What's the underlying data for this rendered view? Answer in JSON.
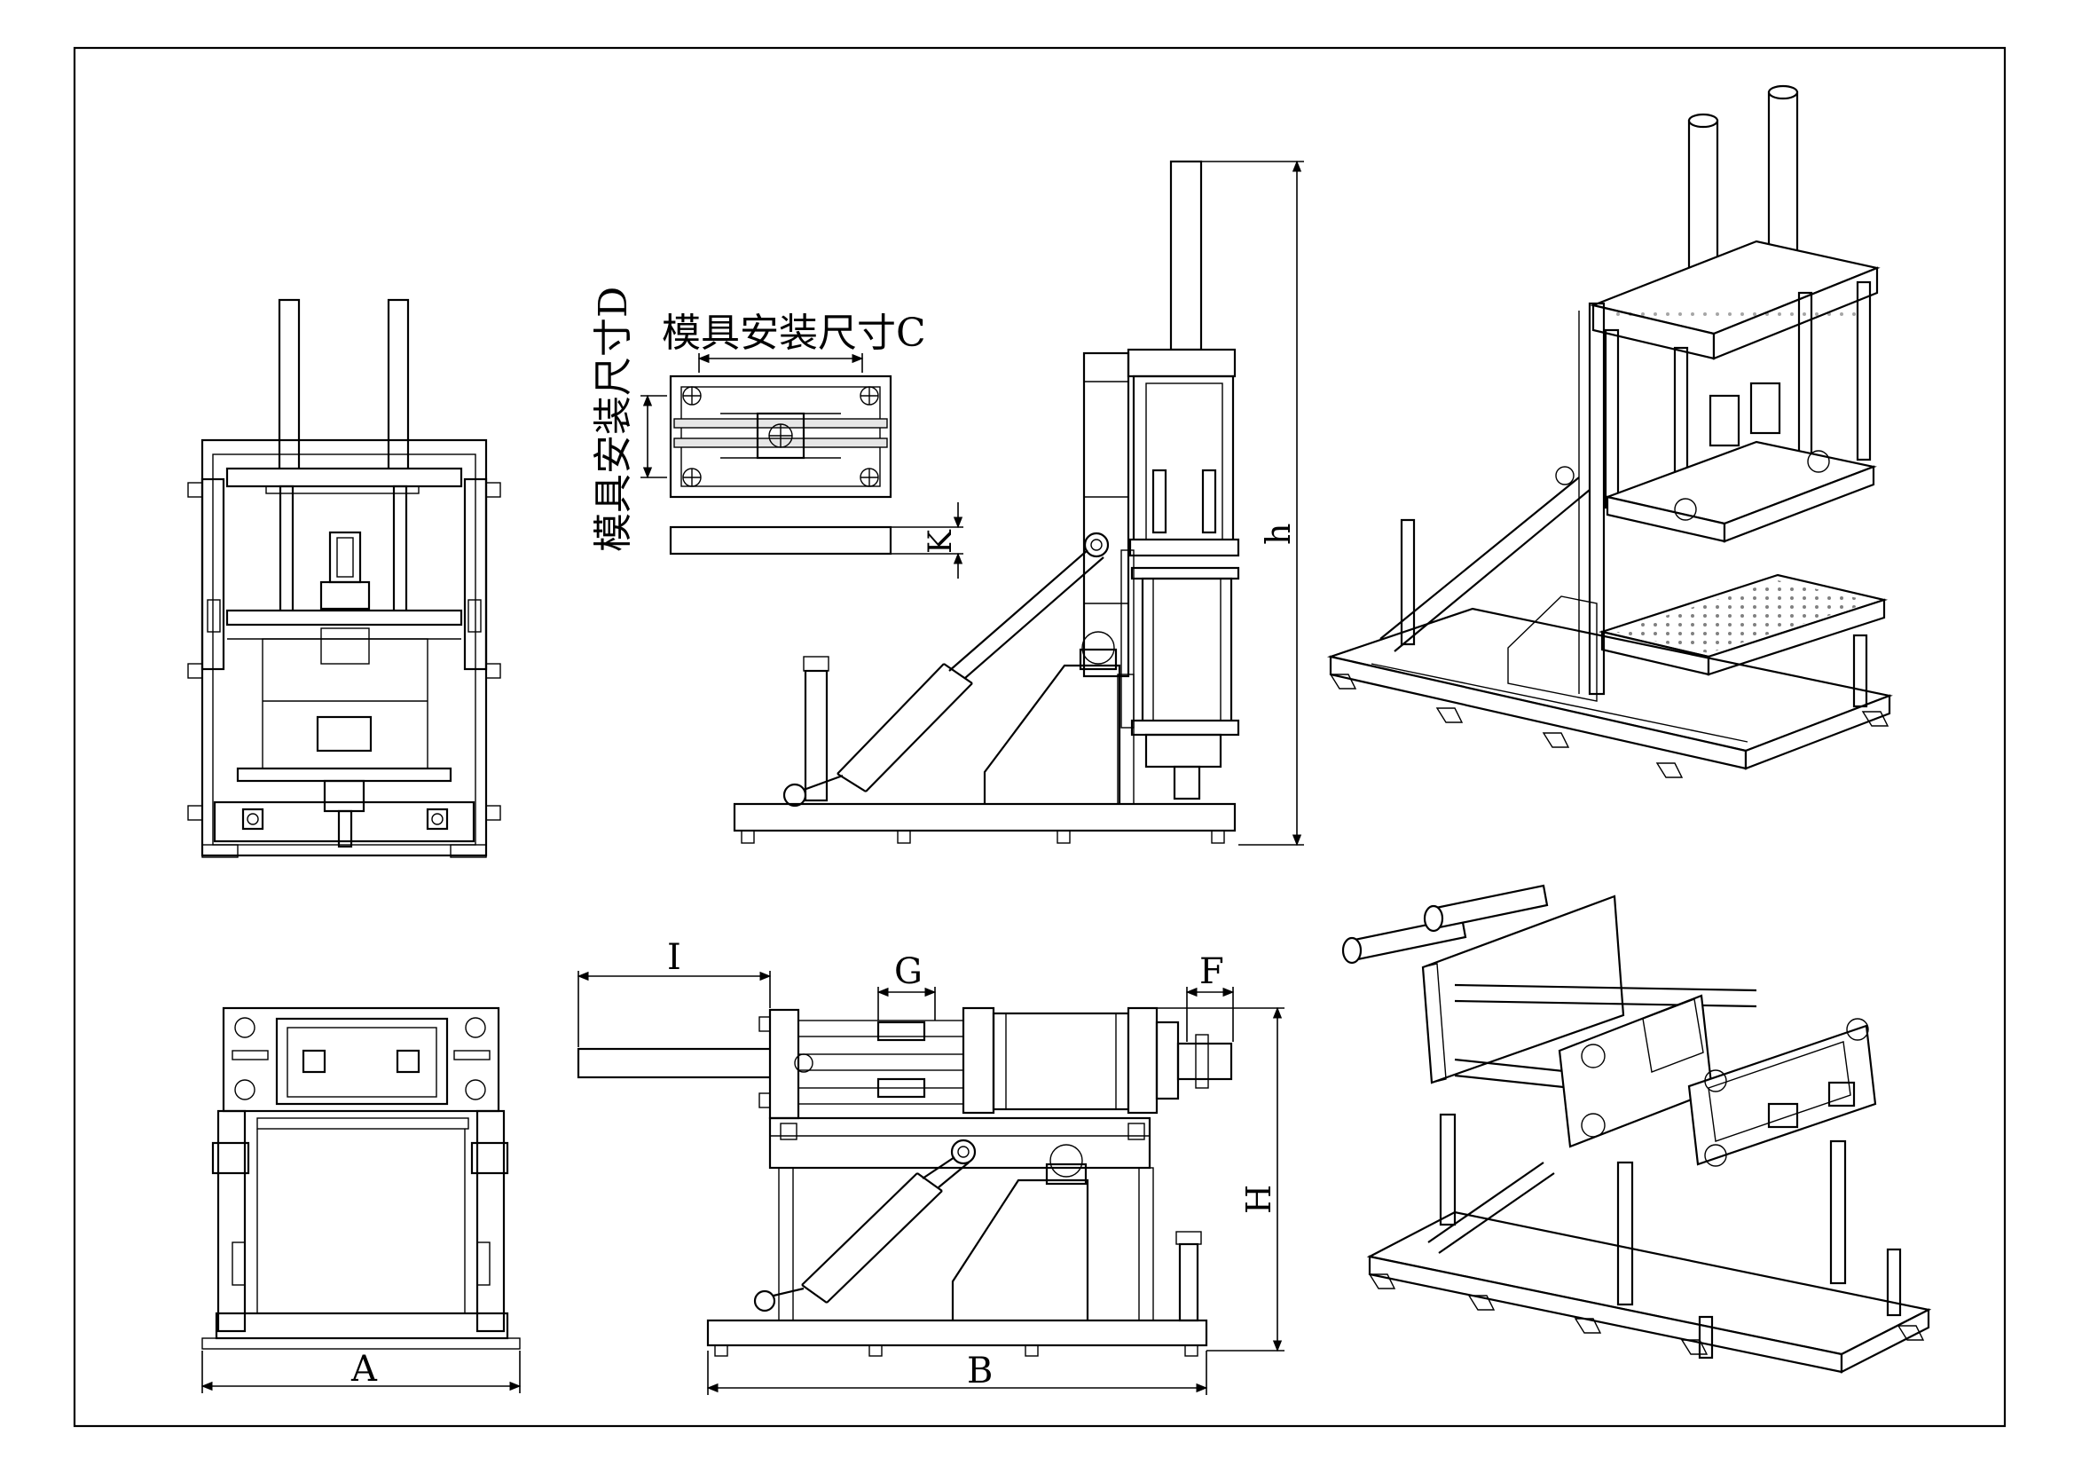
{
  "drawing": {
    "labels": {
      "A": "A",
      "B": "B",
      "C": "模具安装尺寸C",
      "D": "模具安装尺寸D",
      "F": "F",
      "G": "G",
      "H": "H",
      "h": "h",
      "I": "I",
      "K": "K"
    }
  }
}
